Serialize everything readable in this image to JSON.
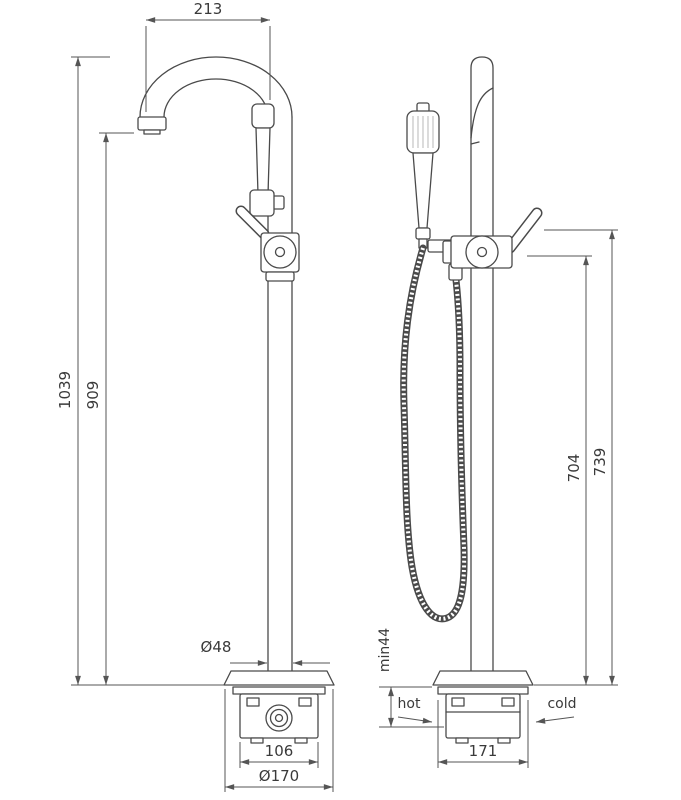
{
  "drawing": {
    "dimensions": {
      "spout_reach": "213",
      "overall_height": "1039",
      "spout_height": "909",
      "column_diameter": "Ø48",
      "base_width_front": "106",
      "base_plate_diameter": "Ø170",
      "hose_outlet_height": "704",
      "handle_height": "739",
      "min_clearance": "min44",
      "base_width_side": "171"
    },
    "labels": {
      "hot": "hot",
      "cold": "cold"
    },
    "colors": {
      "outline": "#4a4a4a",
      "dimension": "#555555",
      "text": "#3a3a3a",
      "background": "#ffffff"
    }
  }
}
